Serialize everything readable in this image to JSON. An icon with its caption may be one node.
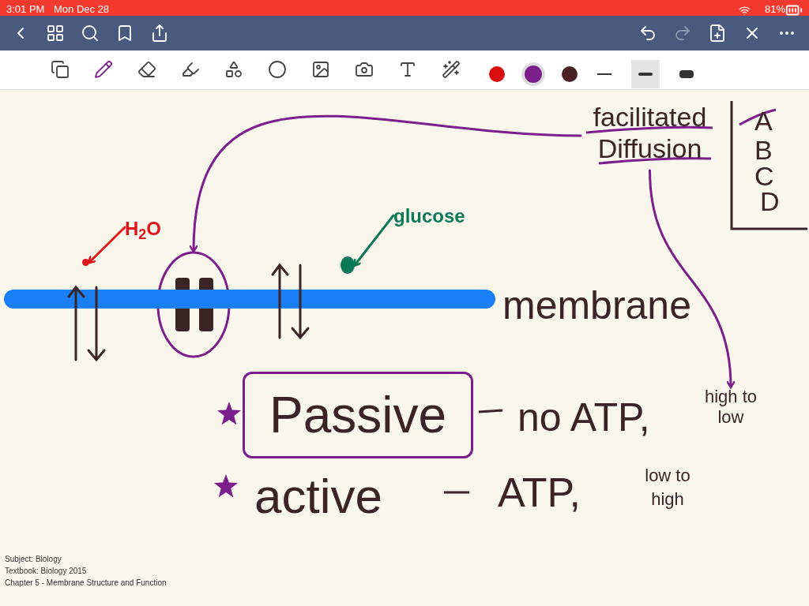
{
  "diagram": {
    "nodes": [
      {
        "text": [
          "facilitated Diffusion"
        ]
      },
      {
        "text": [],
        "shape": "circle"
      },
      {
        "text": [
          "H$_{2}$O"
        ]
      },
      {
        "text": [],
        "shape": "circle"
      },
      {
        "text": [
          "glucose"
        ]
      },
      {
        "text": [],
        "shape": "circle"
      },
      {
        "text": [],
        "shape": "bar",
        "beside": [
          "membrane"
        ]
      },
      {
        "text": [
          "Passive"
        ]
      },
      {
        "text": [
          "high to low"
        ]
      }
    ],
    "edges": [
      {
        "from": 0,
        "to": 1,
        "arrow": "to"
      },
      {
        "from": 0,
        "to": 8,
        "arrow": "to"
      },
      {
        "from": 2,
        "to": 3,
        "arrow": "to",
        "color": "#e0141b"
      },
      {
        "from": 4,
        "to": 5,
        "arrow": "to",
        "color": "#0b7a56"
      }
    ],
    "labels": [
      "3:01 PM",
      "Mon Dec 28",
      "81%",
      "A",
      "B",
      "C",
      "D",
      "no ATP,",
      "active",
      "ATP,",
      "low to high",
      "Subject: Biology",
      "Textbook: Biology 2015",
      "Chapter 5 - Membrane Structure and Function"
    ]
  }
}
